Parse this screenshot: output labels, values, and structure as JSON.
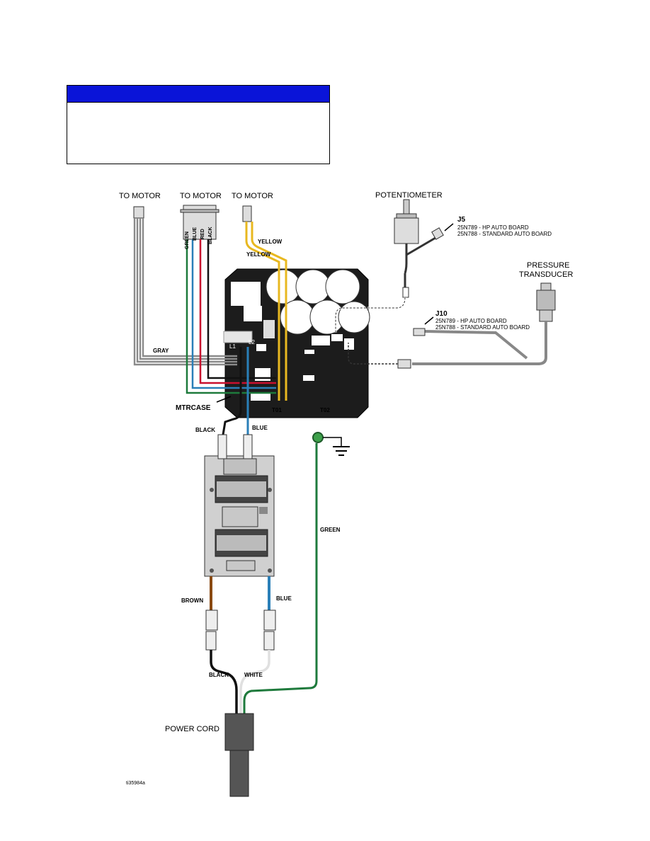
{
  "notice": {
    "header_color": "#0a14d8",
    "text": ""
  },
  "labels": {
    "to_motor_1": "TO MOTOR",
    "to_motor_2": "TO MOTOR",
    "to_motor_3": "TO MOTOR",
    "potentiometer": "POTENTIOMETER",
    "pressure_transducer_1": "PRESSURE",
    "pressure_transducer_2": "TRANSDUCER",
    "j5": "J5",
    "j5_line1": "25N789 - HP AUTO BOARD",
    "j5_line2": "25N788 - STANDARD AUTO BOARD",
    "j10": "J10",
    "j10_line1": "25N789 - HP AUTO BOARD",
    "j10_line2": "25N788 - STANDARD AUTO BOARD",
    "wire_green": "GREEN",
    "wire_blue": "BLUE",
    "wire_red": "RED",
    "wire_black": "BLACK",
    "yellow_1": "YELLOW",
    "yellow_2": "YELLOW",
    "gray": "GRAY",
    "l1": "L1",
    "l2": "L2",
    "mtrcase": "MTRCASE",
    "t01": "T01",
    "t02": "T02",
    "black_top": "BLACK",
    "blue_top": "BLUE",
    "green_ground": "GREEN",
    "brown": "BROWN",
    "blue_bottom": "BLUE",
    "black_bottom": "BLACK",
    "white": "WHITE",
    "power_cord": "POWER CORD",
    "figure_id": "ti35984a"
  },
  "colors": {
    "wire_green": "#1e7a3c",
    "wire_blue": "#2a7fb8",
    "wire_red": "#c8102e",
    "wire_black": "#111111",
    "wire_yellow": "#e8b820",
    "wire_gray": "#8a8a8a",
    "wire_brown": "#8a4a12",
    "board": "#1c1c1c",
    "transformer": "#d0d0d0"
  }
}
